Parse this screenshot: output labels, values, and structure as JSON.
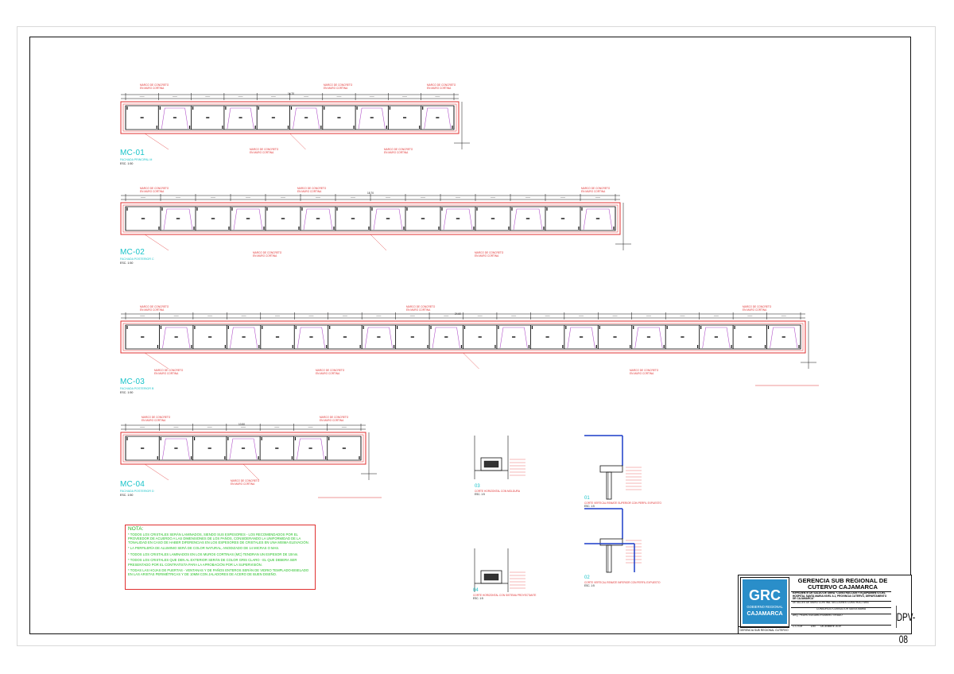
{
  "elevations": [
    {
      "id": "MC-01",
      "subtitle": "FACHADA PRINCIPAL M",
      "scale": "ESC. 1:50",
      "total": "14.70",
      "panel": "1.40",
      "height": "2.50",
      "base": "1.00"
    },
    {
      "id": "MC-02",
      "subtitle": "FACHADA POSTERIOR C",
      "scale": "ESC. 1:50",
      "total": "18.70",
      "panel": "1.40",
      "height": "2.50",
      "base": "1.00"
    },
    {
      "id": "MC-03",
      "subtitle": "FACHADA POSTERIOR B",
      "scale": "ESC. 1:50",
      "total": "24.60",
      "panel": "1.40",
      "height": "2.50",
      "base": "1.00"
    },
    {
      "id": "MC-04",
      "subtitle": "FACHADA POSTERIOR D",
      "scale": "ESC. 1:50",
      "total": "10.50",
      "panel": "1.40",
      "height": "2.50",
      "base": "1.00"
    }
  ],
  "callouts": {
    "marco": "MARCO DE CONCRETO",
    "muro": "EN MURO CORTINA"
  },
  "details": [
    {
      "num": "03",
      "title": "CORTE HORIZONTAL CON MOLDURA"
    },
    {
      "num": "04",
      "title": "CORTE HORIZONTAL CON SISTEMA PROYECTANTE"
    },
    {
      "num": "01",
      "title": "CORTE VERTICAL REMATE SUPERIOR CON PERFIL EXPUESTO"
    },
    {
      "num": "02",
      "title": "CORTE VERTICAL REMATE INFERIOR CON PERFIL EXPUESTO"
    }
  ],
  "detail_scale": "ESC. 1:5",
  "notes": {
    "title": "NOTA:",
    "lines": [
      "* TODOS LOS CRISTALES SERÁN LAMINADOS, SIENDO SUS ESPESORES - LOS RECOMENDADOS POR EL PROVEEDOR DE ACUERDO A LAS DIMENSIONES DE LOS PAÑOS, CONSIDERANDO LA UNIFORMIDAD DE LA TONALIDAD EN CASO DE HABER DIFERENCIAS EN LOS ESPESORES DE CRISTALES EN UNA MISMA ELEVACIÓN.",
      "* LA PERFILERÍA DE ALUMINIO SERÁ DE COLOR NATURAL, ANODIZADO DE 14 MICRAS O MAS.",
      "* TODOS LOS CRISTALES LAMINADOS EN LOS MUROS CORTINAS (MC) TENDRAN UN ESPESOR DE 10mm.",
      "* TODOS LOS CRISTALES QUE DEN AL EXTERIOR SERÁN DE COLOR GRIS CLARO - EL QUE DEBERA SER PRESENTADO POR EL CONTRATISTA PARA LA APROBACIÓN POR LA SUPERVISIÓN.",
      "* TODAS LAS HOJAS DE PUERTAS - VENTANAS Y DE PAÑOS ENTEROS SERÁN DE VIDRIO TEMPLADO-BISELADO EN LAS ARISTAS PERIMÉTRICAS Y DE 10MM CON JALADORES DE ACERO DE BUEN DISEÑO."
    ]
  },
  "title_block": {
    "org": "GERENCIA SUB REGIONAL DE CUTERVO CAJAMARCA",
    "logo_text": "GRC",
    "logo_sub1": "GOBIERNO REGIONAL",
    "logo_sub2": "CAJAMARCA",
    "project_label": "EXPEDIENTE DE SALDO DE OBRA \"CONSTRUCCION Y EQUIPAMIENTO DEL HOSPITAL SANTA MARIA NIVEL II-1, PROVINCIA CUTERVO, DEPARTAMENTO DE CAJAMARCA\"",
    "sheet_title": "DETALLES DE MURO CORTINA- SECCIONES CONSTRUCTIVAS",
    "consultant": "CONSORCIO CONSULTOR SANTA MARIA",
    "designer": "ARQ. PEDRO EDGARD ROMERO TIRADO",
    "scale": "1/50",
    "date": "DICIEMBRE 2019",
    "sheet_code": "DPV-08",
    "footer": "GERENCIA SUB REGIONAL CUTERVO",
    "footer2": "C.C.S.M"
  }
}
